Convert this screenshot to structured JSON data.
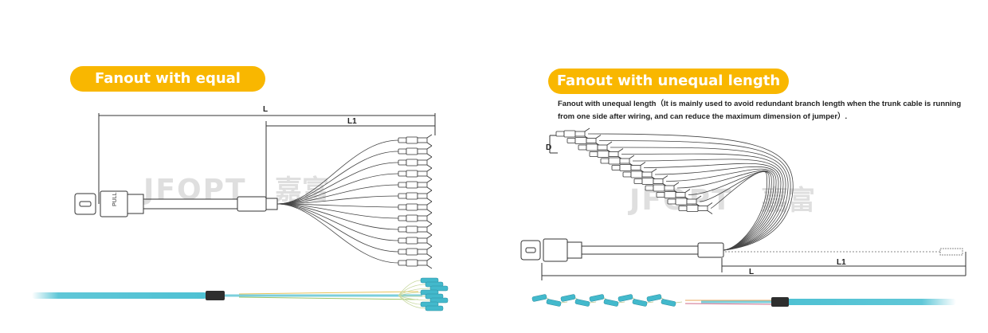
{
  "left_panel": {
    "title": "Fanout with equal length",
    "dim_L": "L",
    "dim_L1": "L1",
    "connector_label": "PULL"
  },
  "right_panel": {
    "title": "Fanout with unequal length",
    "description_line1": "Fanout with unequal length（It is mainly used to avoid redundant branch length when the trunk cable is running",
    "description_line2": "from one side after wiring, and can reduce the maximum dimension of jumper）.",
    "dim_D": "D",
    "dim_L": "L",
    "dim_L1": "L1"
  },
  "colors": {
    "pill": "#f9b700",
    "pill_text": "#ffffff",
    "cable_aqua": "#4ec1d3",
    "line": "#333333"
  }
}
